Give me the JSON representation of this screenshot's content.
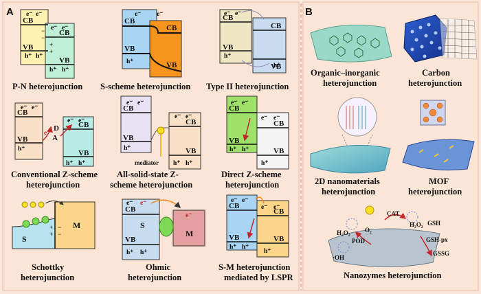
{
  "panel_a_label": "A",
  "panel_b_label": "B",
  "band": {
    "cb": "CB",
    "vb": "VB",
    "electron": "e⁻",
    "hole": "h⁺",
    "minus": "−",
    "plus": "+"
  },
  "panel_a": {
    "captions": {
      "pn": "P-N heterojunction",
      "s_scheme": "S-scheme heterojunction",
      "type2": "Type II heterojunction",
      "conv_z_1": "Conventional Z-scheme",
      "conv_z_2": "heterojunction",
      "ass_z_1": "All-solid-state Z-",
      "ass_z_2": "scheme heterojunction",
      "direct_z_1": "Direct Z-scheme",
      "direct_z_2": "heterojunction",
      "schottky_1": "Schottky",
      "schottky_2": "heterojunction",
      "ohmic_1": "Ohmic",
      "ohmic_2": "heterojunction",
      "sm_1": "S-M heterojunction",
      "sm_2": "mediated by LSPR"
    },
    "labels": {
      "donor": "D",
      "acceptor": "A",
      "mediator": "mediator",
      "s": "S",
      "m": "M"
    }
  },
  "panel_b": {
    "captions": {
      "org_1": "Organic–inorganic",
      "org_2": "heterojunction",
      "carbon_1": "Carbon",
      "carbon_2": "heterojunction",
      "nano2d_1": "2D nanomaterials",
      "nano2d_2": "heterojunction",
      "mof_1": "MOF",
      "mof_2": "heterojunction",
      "nanozyme": "Nanozymes heterojunction"
    },
    "nanozyme_labels": {
      "o2": "O₂",
      "cat": "CAT",
      "h2o2_left": "H₂O₂",
      "h2o2_right": "H₂O₂",
      "pod": "POD",
      "oh": "·OH",
      "gsh": "GSH",
      "gsh_px": "GSH-px",
      "gssg": "GSSG"
    }
  },
  "colors": {
    "background": "#fbe8dc",
    "divider": "#e39a86",
    "yellow_band": "#fff2b0",
    "green_band": "#bff0d6",
    "blue_band": "#a9d5f2",
    "orange_band": "#f7941d",
    "lilac_band": "#e8e2f3",
    "peach_band": "#fbe0c8",
    "teal_band": "#b7ece4",
    "lime_band": "#9ee06a",
    "metal": "#fbd68a",
    "electron_red": "#d42020"
  }
}
